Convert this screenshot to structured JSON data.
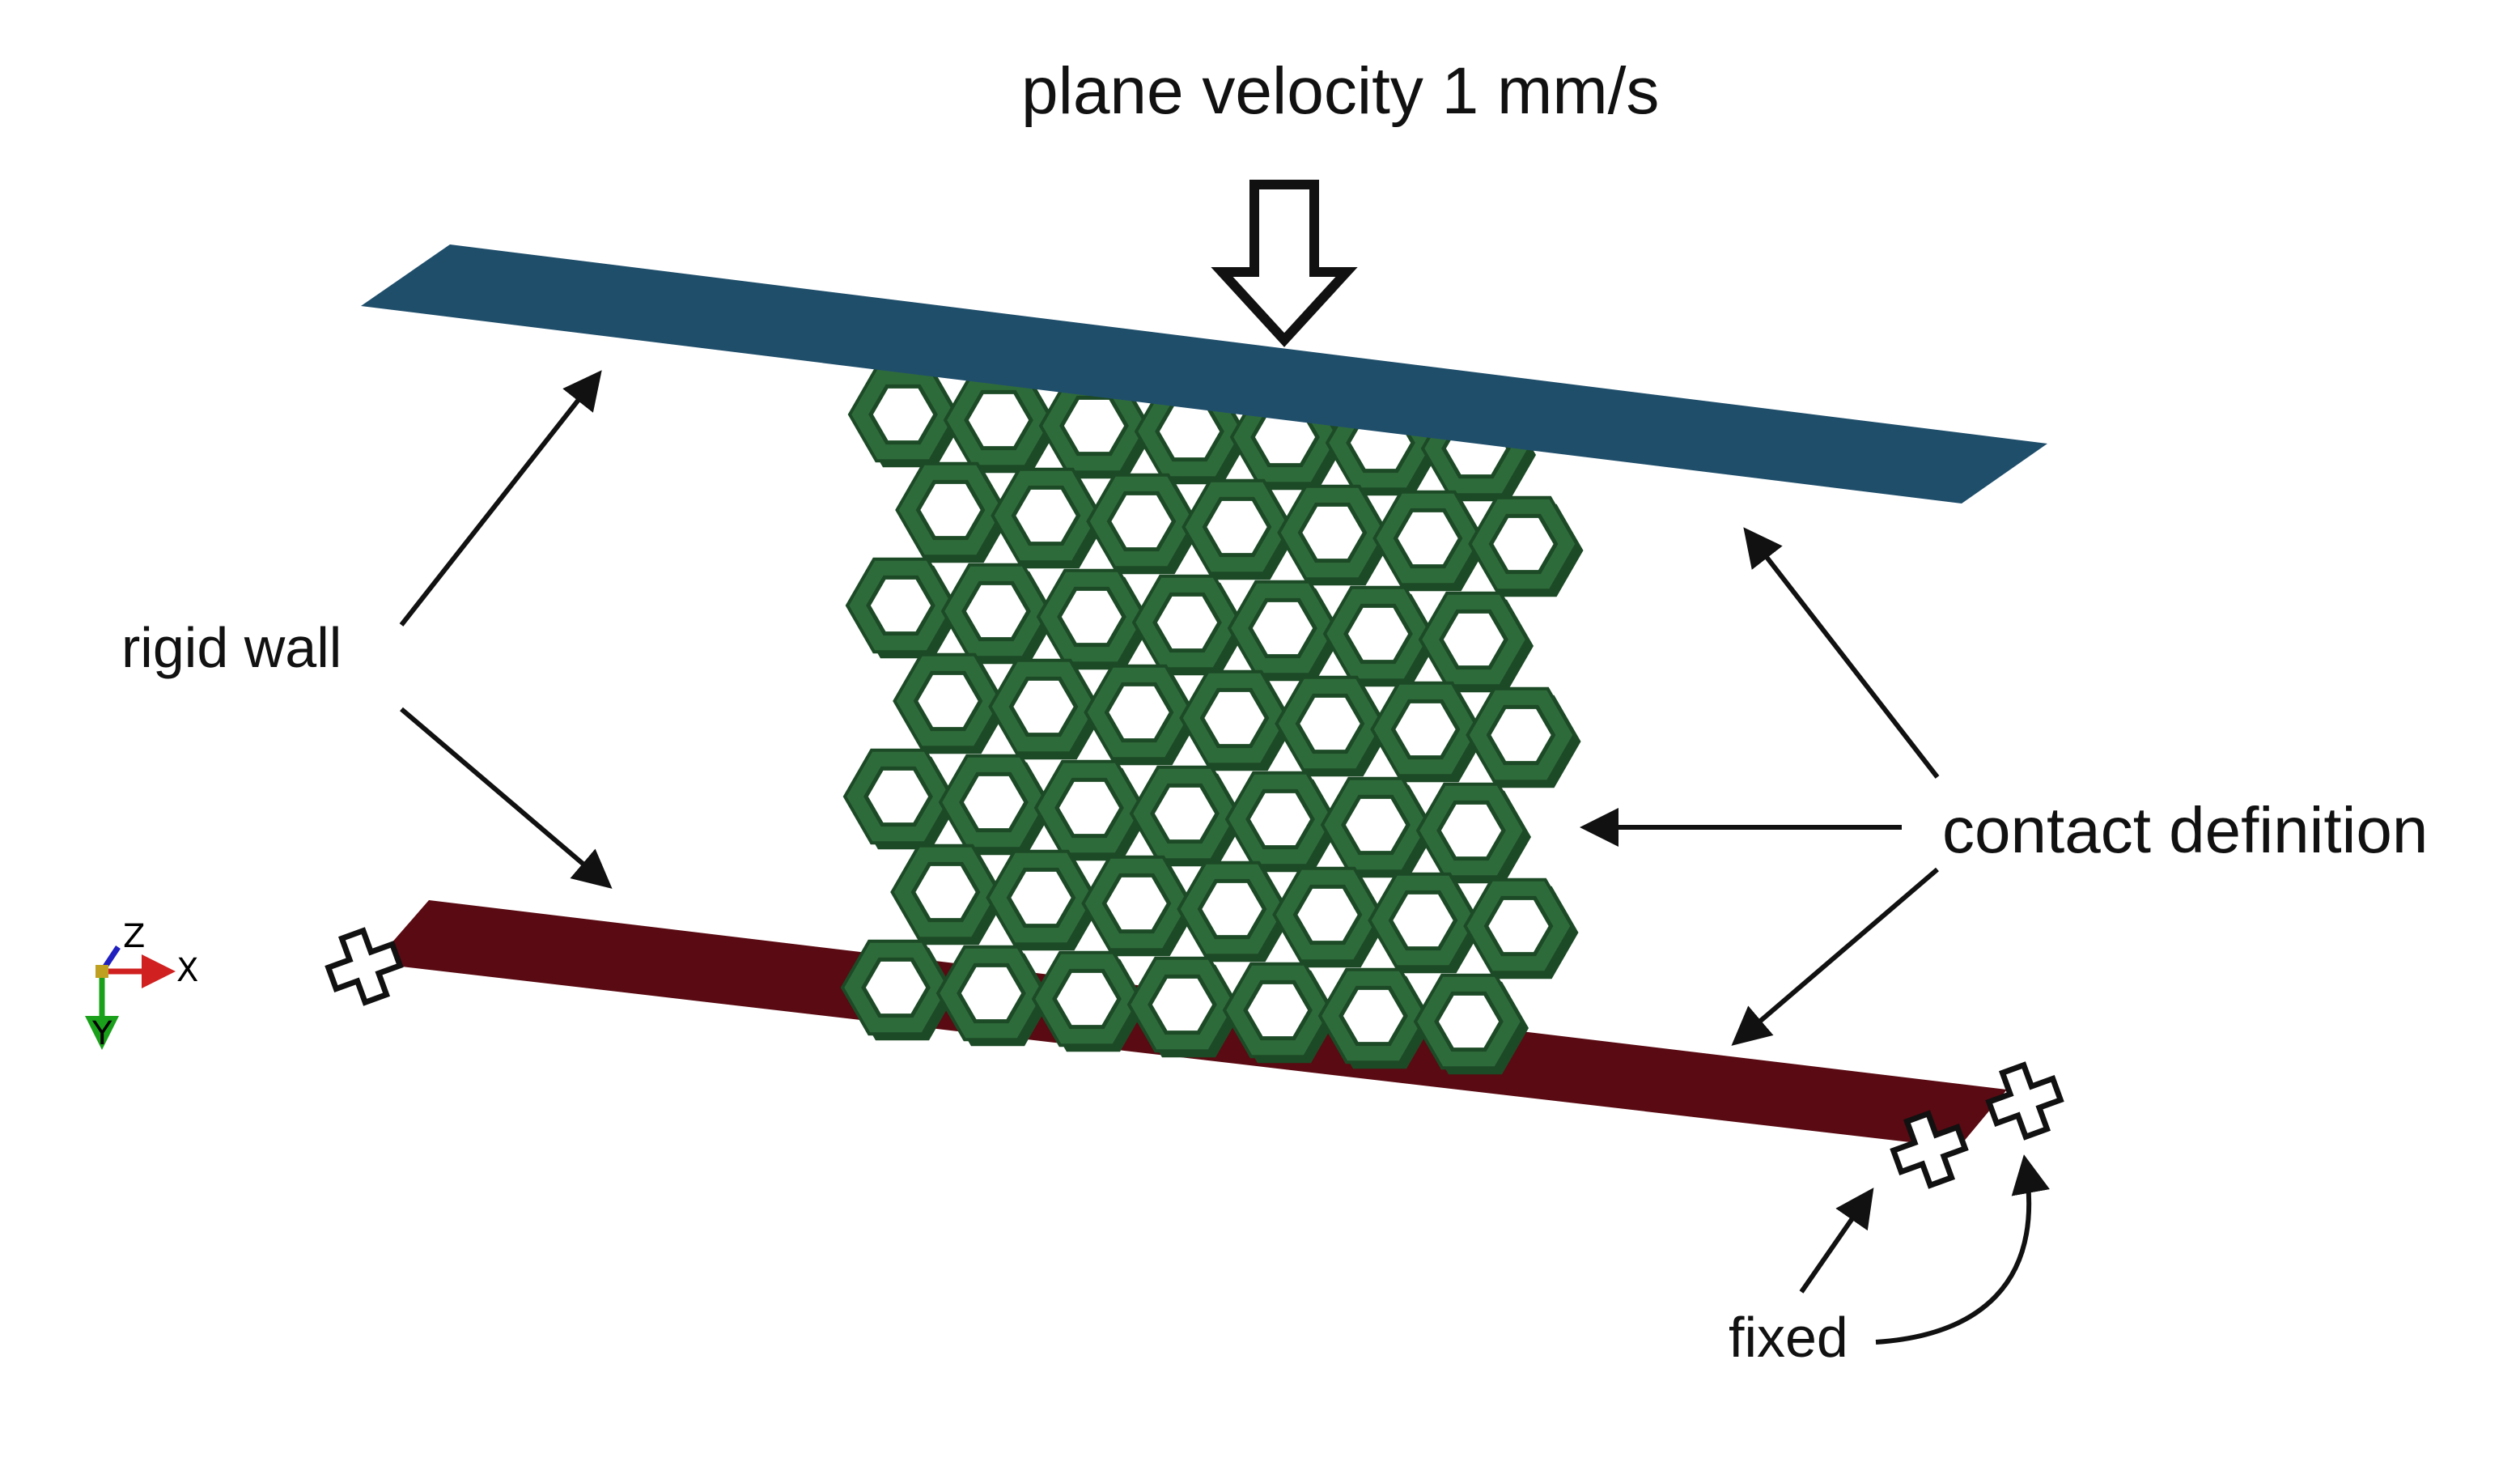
{
  "labels": {
    "velocity": "plane velocity 1 mm/s",
    "rigid_wall": "rigid wall",
    "contact": "contact definition",
    "fixed": "fixed"
  },
  "axes": {
    "z": "Z",
    "x": "X",
    "y": "Y"
  },
  "honeycomb": {
    "columns": 7,
    "rows": 7
  },
  "colors": {
    "top_wall": "#1f4e6b",
    "bottom_wall": "#5a0a12",
    "lattice": "#2e6b3a",
    "lattice_dark": "#1c4a26",
    "axis_x": "#d02020",
    "axis_y": "#1aa01a",
    "axis_z": "#2020c0"
  },
  "icons": [
    "down-arrow-icon",
    "fixed-constraint-icon",
    "axis-triad-icon"
  ]
}
